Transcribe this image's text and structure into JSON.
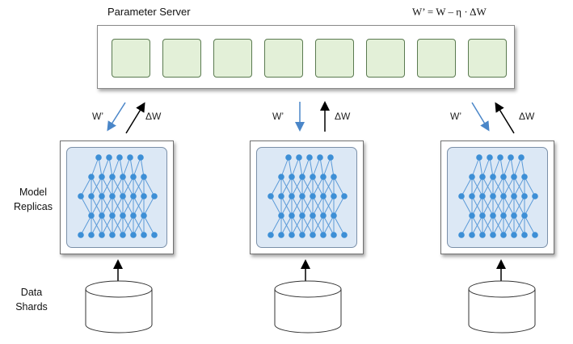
{
  "title": "Parameter Server",
  "formula": "W’ = W – η · ΔW",
  "labels": {
    "model_replicas": "Model Replicas",
    "data_shards": "Data Shards"
  },
  "parameter_blocks": 8,
  "arrows": {
    "down_label": "W’",
    "up_label": "ΔW"
  },
  "replicas": [
    {
      "id": 1
    },
    {
      "id": 2
    },
    {
      "id": 3
    }
  ],
  "colors": {
    "param_block_fill": "#e3f0d8",
    "network_fill": "#dce8f5",
    "node": "#3d8fd6",
    "down_arrow": "#4a86c8",
    "up_arrow": "#000000"
  }
}
